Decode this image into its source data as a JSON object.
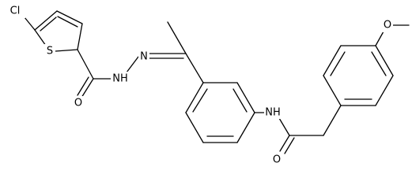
{
  "molecule": {
    "atom_labels": {
      "cl": "Cl",
      "s": "S",
      "n_imine": "N",
      "nh_hydrazide": "NH",
      "o_carbonyl_left": "O",
      "nh_amide": "NH",
      "o_carbonyl_right": "O",
      "o_methoxy": "O"
    }
  },
  "colors": {
    "bond": "#000000",
    "text": "#000000",
    "background": "#ffffff"
  }
}
